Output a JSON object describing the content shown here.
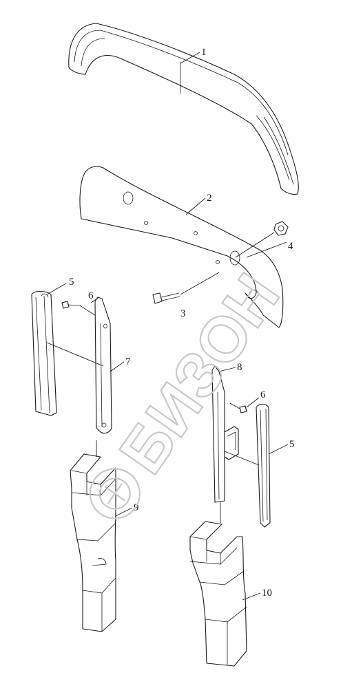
{
  "watermark": {
    "text": "БИЗОН",
    "color": "#c8c8c8"
  },
  "callouts": [
    {
      "id": "1",
      "part": "top-arch-guard"
    },
    {
      "id": "2",
      "part": "main-plate"
    },
    {
      "id": "3",
      "part": "bolt"
    },
    {
      "id": "4",
      "part": "nut"
    },
    {
      "id": "5",
      "part": "left-edge-seal"
    },
    {
      "id": "6",
      "part": "left-screw"
    },
    {
      "id": "7",
      "part": "left-support-bar"
    },
    {
      "id": "8",
      "part": "right-support-bar"
    },
    {
      "id": "6",
      "part": "right-screw"
    },
    {
      "id": "5",
      "part": "right-edge-seal"
    },
    {
      "id": "9",
      "part": "left-foam-block"
    },
    {
      "id": "10",
      "part": "right-foam-block"
    }
  ]
}
